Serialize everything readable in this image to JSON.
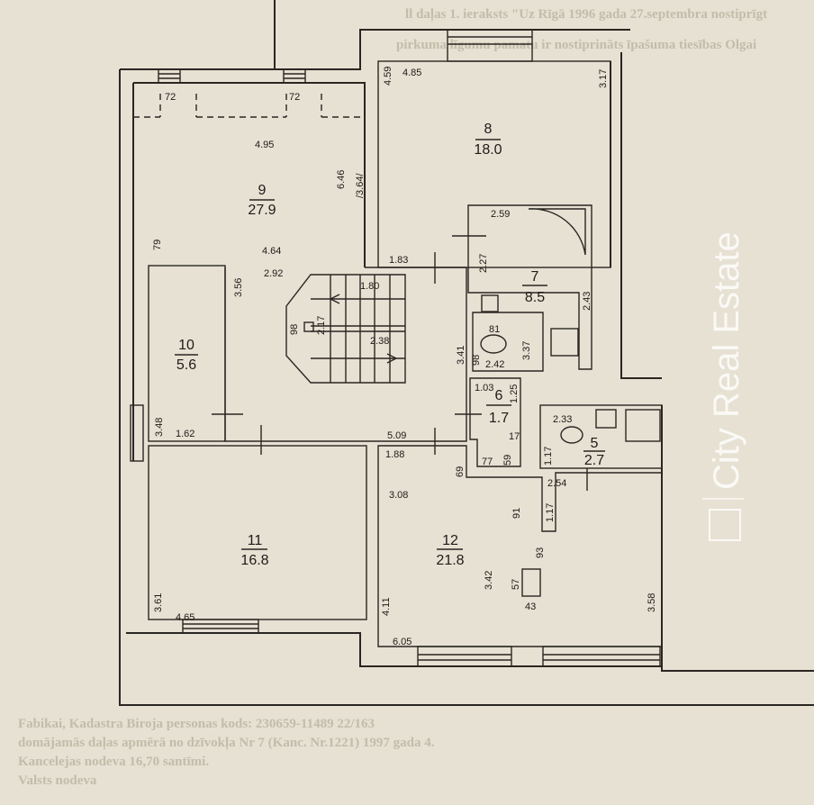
{
  "watermark": "City Real Estate",
  "background_text": [
    "ll daļas 1. ieraksts \"Uz Rīgā 1996 gada 27.septembra nostiprīgt",
    "pirkuma līgumu pamatu ir nostiprināts īpašuma tiesības Olgai",
    "Fabikai, Kadastra Biroja personas kods: 230659-11489 22/163",
    "domājamās daļas apmērā no dzīvokļa Nr 7 (Kanc. Nr.1221) 1997 gada 4.",
    "Kancelejas nodeva 16,70 santīmi.",
    "Valsts nodeva"
  ],
  "rooms": [
    {
      "number": "5",
      "area": "2.7"
    },
    {
      "number": "6",
      "area": "1.7"
    },
    {
      "number": "7",
      "area": "8.5"
    },
    {
      "number": "8",
      "area": "18.0"
    },
    {
      "number": "9",
      "area": "27.9"
    },
    {
      "number": "10",
      "area": "5.6"
    },
    {
      "number": "11",
      "area": "16.8"
    },
    {
      "number": "12",
      "area": "21.8"
    }
  ],
  "dimensions": {
    "r8": [
      "4.85",
      "4.59",
      "3.17",
      "1.83"
    ],
    "r9": [
      "72",
      "72",
      "4.95",
      "6.46",
      "/3.64/",
      "79",
      "4.64",
      "2.92",
      "3.56"
    ],
    "stairs": [
      "1.80",
      "98",
      "2.17",
      "2.38"
    ],
    "r7": [
      "2.59",
      "2.27",
      "2.43",
      "81",
      "3.37",
      "98",
      "2.42",
      "3.41"
    ],
    "r6": [
      "1.03",
      "1.25",
      "17",
      "77",
      "59",
      "69"
    ],
    "r5": [
      "2.33",
      "1.17",
      "2.54",
      "1.17",
      "91"
    ],
    "r10": [
      "3.48",
      "1.62"
    ],
    "r11": [
      "3.61",
      "4.65",
      "5.09"
    ],
    "r12": [
      "1.88",
      "3.08",
      "3.42",
      "93",
      "57",
      "43",
      "4.11",
      "3.58",
      "6.05"
    ]
  }
}
